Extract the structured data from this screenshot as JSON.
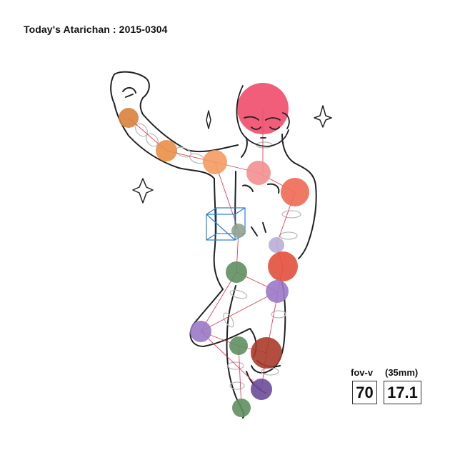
{
  "title": "Today's Atarichan : 2015-0304",
  "camera": {
    "fov_label": "fov-v",
    "fov_value": "70",
    "focal_label": "(35mm)",
    "focal_value": "17.1"
  },
  "colors": {
    "outline": "#222222",
    "bone_lines": "#e8415a",
    "gizmo": "#2a7fd4",
    "head": "#ee4d6a",
    "neck": "#f38f8f",
    "shoulder_left": "#f39b62",
    "elbow_left": "#e98f48",
    "hand_left": "#d8823c",
    "shoulder_right": "#ee6a55",
    "hip_right": "#e3503a",
    "knee_right": "#a83b2a",
    "green": "#5f8f5f",
    "purple": "#9a79c8",
    "purple_dark": "#6c4b98"
  },
  "icons": [
    "sparkle-icon",
    "sparkle-icon",
    "sparkle-icon",
    "transform-gizmo-icon"
  ]
}
